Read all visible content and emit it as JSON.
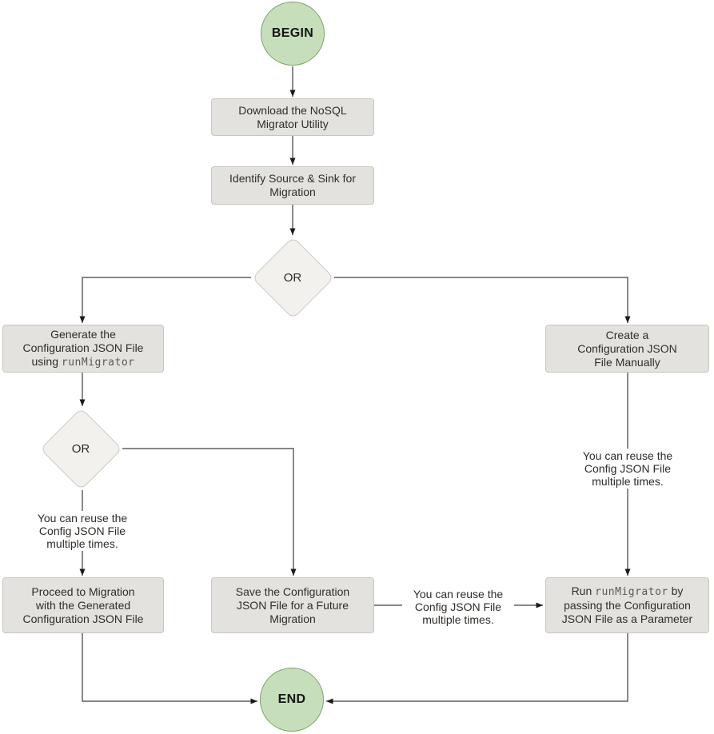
{
  "palette": {
    "terminal_fill": "#c6dfba",
    "terminal_border": "#7aa46c",
    "box_fill": "#e3e2df",
    "box_border": "#c9c6c1",
    "diamond_fill": "#f2f1ee",
    "diamond_border": "#cdcac4",
    "line_color": "#3d3d3d",
    "text_color": "#312d2a"
  },
  "terminals": {
    "begin": "BEGIN",
    "end": "END"
  },
  "decisions": {
    "or1": "OR",
    "or2": "OR"
  },
  "boxes": {
    "download": {
      "l1": "Download the NoSQL",
      "l2": "Migrator Utility"
    },
    "identify": {
      "l1": "Identify Source & Sink for",
      "l2": "Migration"
    },
    "generate": {
      "l1": "Generate the",
      "l2": "Configuration JSON File",
      "l3_prefix": "using ",
      "l3_code": "runMigrator"
    },
    "create": {
      "l1": "Create a",
      "l2": "Configuration JSON",
      "l3": "File Manually"
    },
    "proceed": {
      "l1": "Proceed to Migration",
      "l2": "with the Generated",
      "l3": "Configuration JSON File"
    },
    "save": {
      "l1": "Save the Configuration",
      "l2": "JSON File for a Future",
      "l3": "Migration"
    },
    "run": {
      "l1_prefix": "Run ",
      "l1_code": "runMigrator",
      "l1_suffix": " by",
      "l2": "passing the Configuration",
      "l3": "JSON File as a Parameter"
    }
  },
  "notes": {
    "reuse": {
      "l1": "You can reuse the",
      "l2": "Config JSON File",
      "l3": "multiple times."
    }
  }
}
